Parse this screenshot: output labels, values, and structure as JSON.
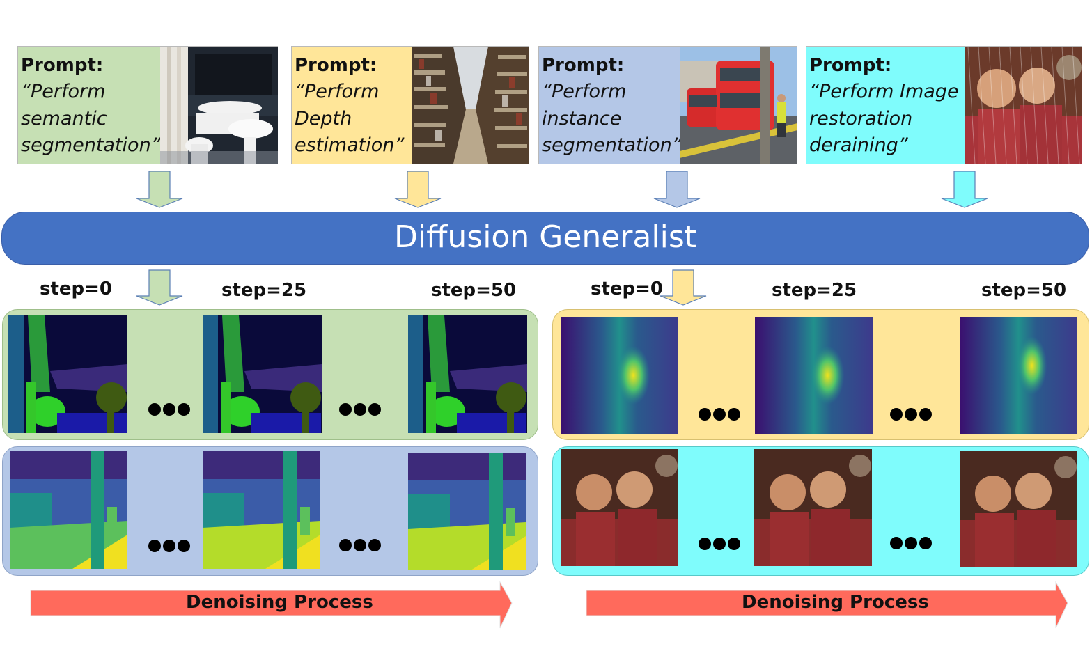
{
  "prompts": [
    {
      "label": "Prompt:",
      "text": "“Perform\nsemantic\nsegmentation”",
      "color": "#c6e0b4"
    },
    {
      "label": "Prompt:",
      "text": "“Perform\nDepth\nestimation”",
      "color": "#ffe699"
    },
    {
      "label": "Prompt:",
      "text": "“Perform\ninstance\nsegmentation”",
      "color": "#b4c7e7"
    },
    {
      "label": "Prompt:",
      "text": "“Perform Image\nrestoration\nderaining”",
      "color": "#7ffcfc"
    }
  ],
  "model": {
    "title": "Diffusion Generalist",
    "color": "#4472c4"
  },
  "steps": {
    "left": [
      "step=0",
      "step=25",
      "step=50"
    ],
    "right": [
      "step=0",
      "step=25",
      "step=50"
    ]
  },
  "process": {
    "left": "Denoising Process",
    "right": "Denoising Process",
    "arrow_color": "#ff6a5c"
  },
  "panels": {
    "semantic": "#c6e0b4",
    "depth": "#ffe699",
    "instance": "#b4c7e7",
    "deraining": "#7ffcfc"
  }
}
